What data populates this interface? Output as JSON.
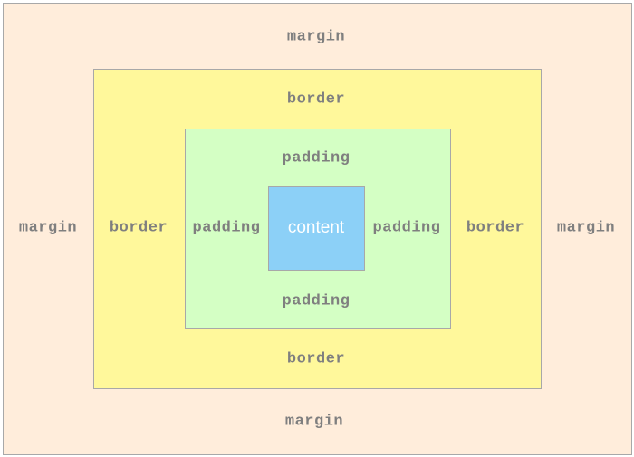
{
  "labels": {
    "margin": "margin",
    "border": "border",
    "padding": "padding",
    "content": "content"
  },
  "colors": {
    "margin_fill": "#ffeddb",
    "border_fill": "#fff89b",
    "padding_fill": "#d4ffc4",
    "content_fill": "#8cd0f7",
    "box_outline": "#a8a8a8",
    "label_text": "#7f7f7f",
    "content_text": "#ffffff"
  }
}
